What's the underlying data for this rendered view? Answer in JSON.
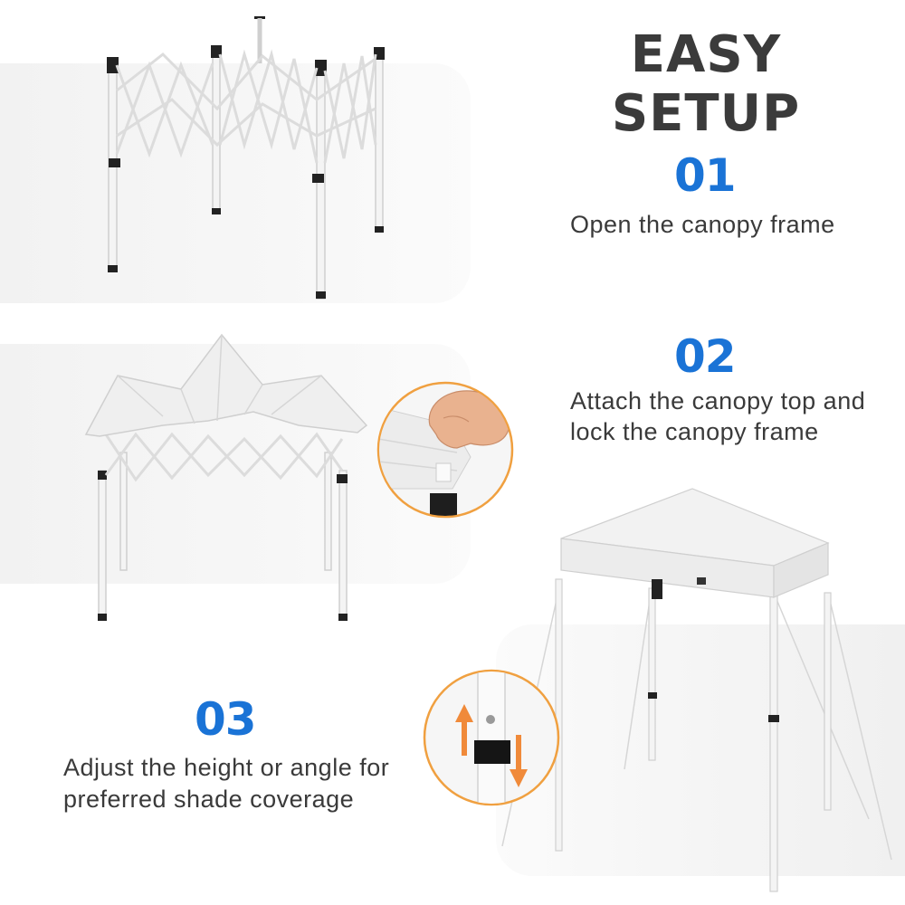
{
  "heading": "EASY SETUP",
  "steps": [
    {
      "number": "01",
      "text": "Open the canopy frame"
    },
    {
      "number": "02",
      "text_line1": "Attach the canopy top and",
      "text_line2": "lock the canopy frame"
    },
    {
      "number": "03",
      "text_line1": "Adjust the height or angle for",
      "text_line2": "preferred shade coverage"
    }
  ],
  "colors": {
    "heading": "#3b3b3b",
    "step_number": "#1a73d6",
    "body_text": "#3a3a3a",
    "accent_circle": "#f0a040"
  }
}
